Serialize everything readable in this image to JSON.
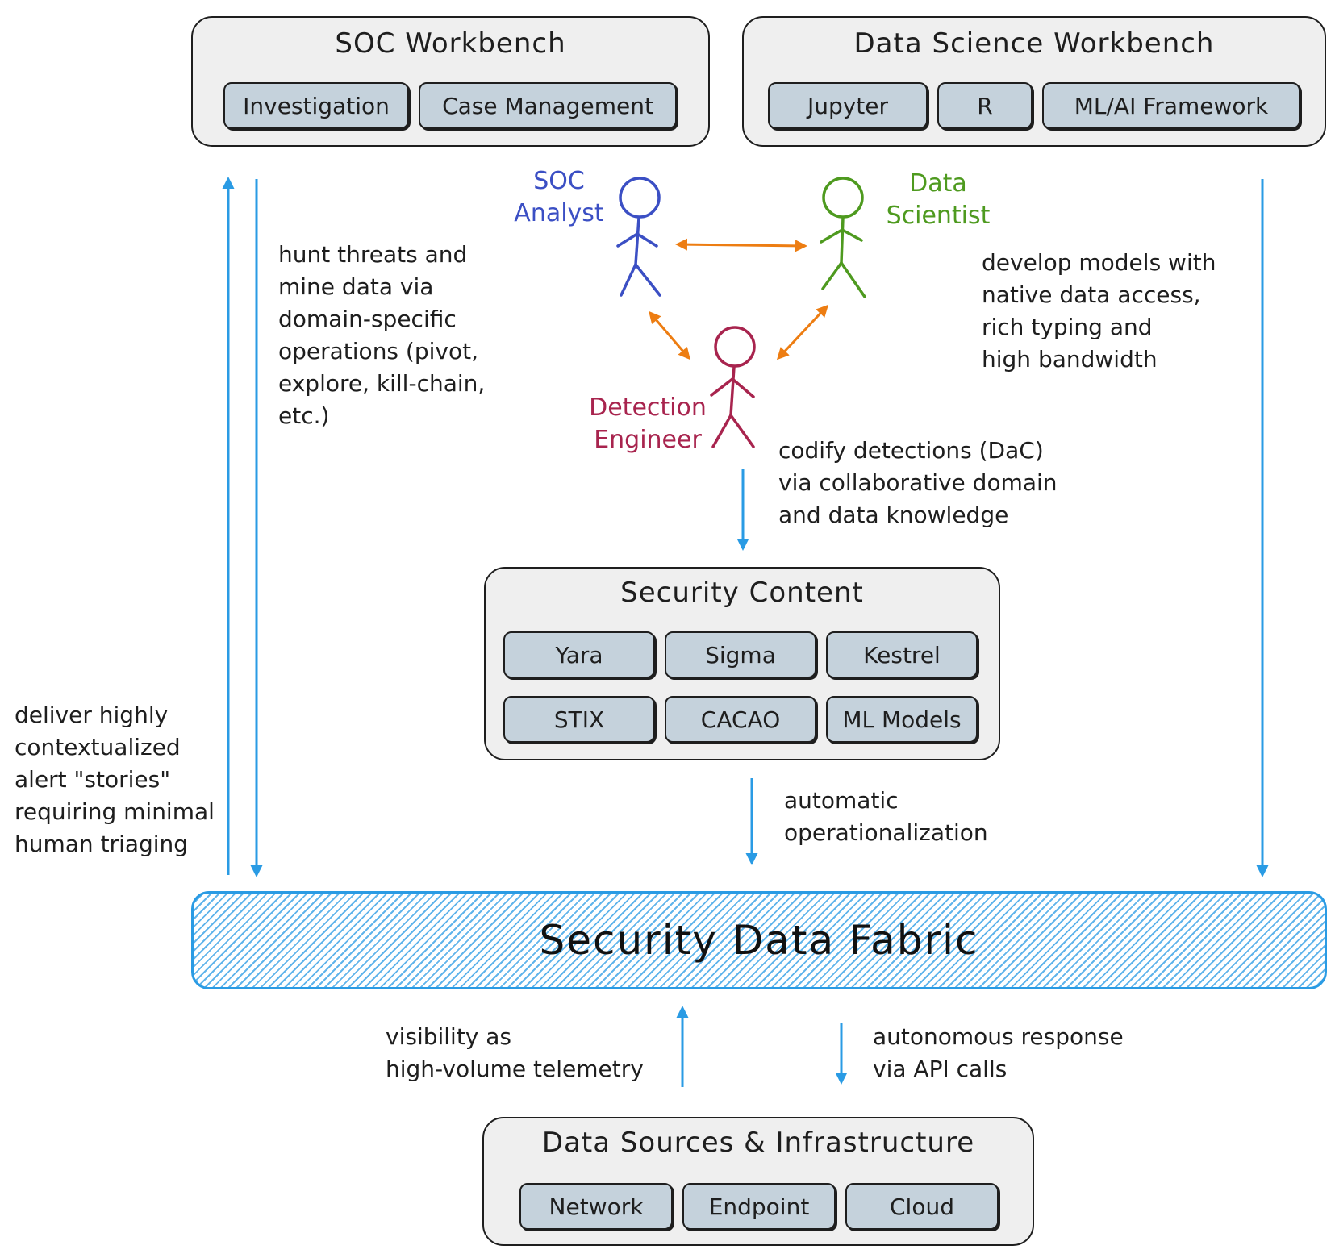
{
  "soc_workbench": {
    "title": "SOC Workbench",
    "items": [
      "Investigation",
      "Case Management"
    ]
  },
  "ds_workbench": {
    "title": "Data Science Workbench",
    "items": [
      "Jupyter",
      "R",
      "ML/AI Framework"
    ]
  },
  "roles": {
    "soc_analyst": "SOC\nAnalyst",
    "data_scientist": "Data\nScientist",
    "detection_engineer": "Detection\nEngineer"
  },
  "notes": {
    "hunt": "hunt threats and\nmine data via\ndomain-specific\noperations (pivot,\nexplore, kill-chain,\netc.)",
    "develop": "develop models with\nnative data access,\nrich typing and\nhigh bandwidth",
    "codify": "codify detections (DaC)\nvia collaborative domain\nand data knowledge",
    "deliver": "deliver highly\ncontextualized\nalert \"stories\"\nrequiring minimal\nhuman triaging",
    "automatic": "automatic\noperationalization",
    "visibility": "visibility as\nhigh-volume telemetry",
    "autonomous": "autonomous response\nvia API calls"
  },
  "security_content": {
    "title": "Security Content",
    "items": [
      "Yara",
      "Sigma",
      "Kestrel",
      "STIX",
      "CACAO",
      "ML Models"
    ]
  },
  "fabric": {
    "title": "Security Data Fabric"
  },
  "data_sources": {
    "title": "Data Sources & Infrastructure",
    "items": [
      "Network",
      "Endpoint",
      "Cloud"
    ]
  },
  "colors": {
    "soc_analyst": "#3b4fc4",
    "data_scientist": "#4e9a1f",
    "detection_engineer": "#a8244e",
    "collab_arrow": "#ed7d12",
    "flow_arrow": "#2a9be4",
    "chip_fill": "#c5d2dc",
    "box_fill": "#efefef"
  }
}
